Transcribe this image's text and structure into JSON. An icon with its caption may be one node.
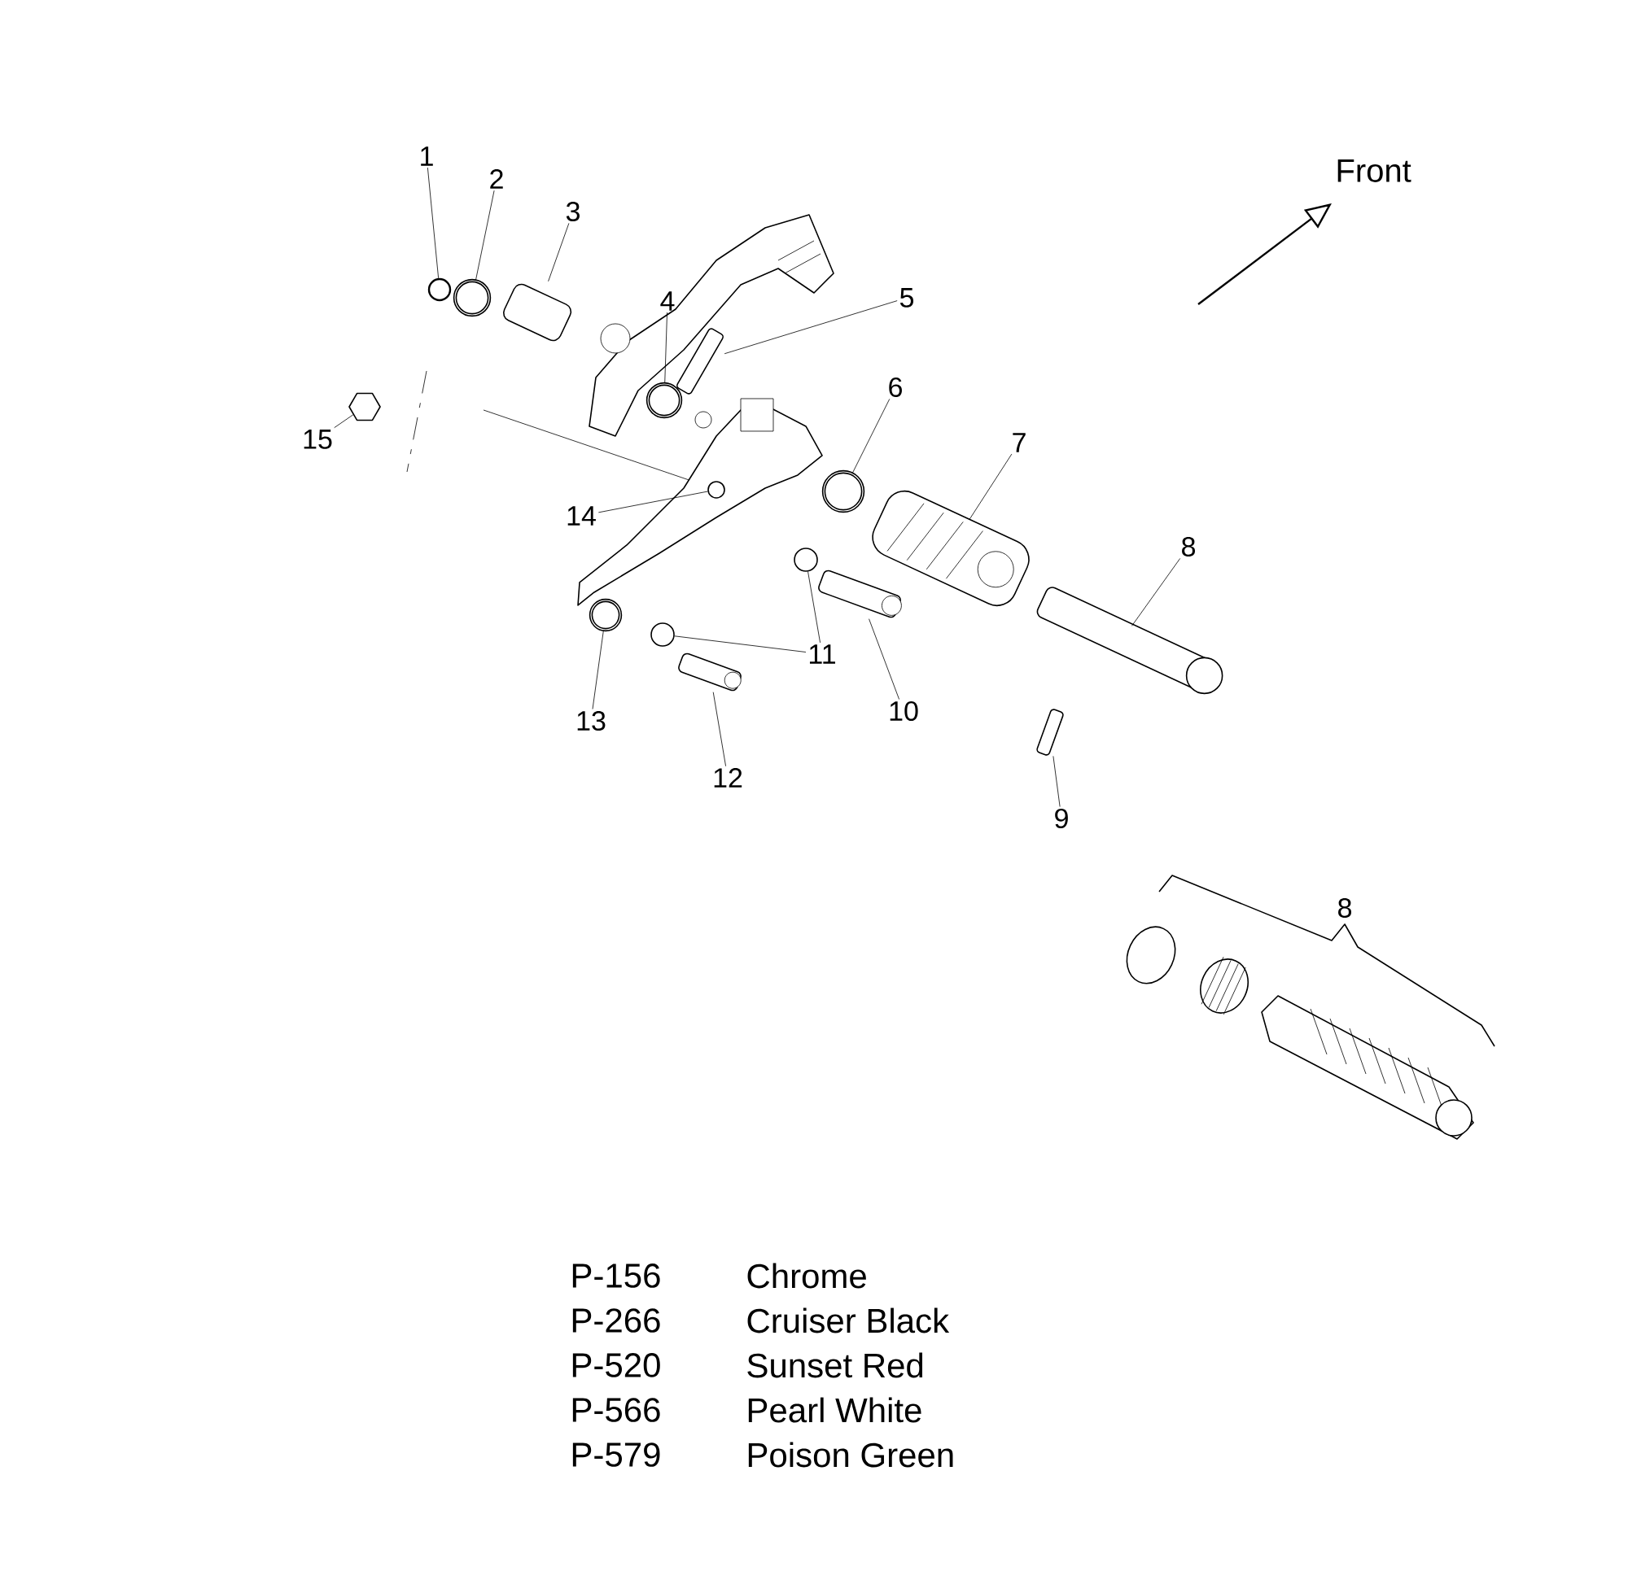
{
  "diagram": {
    "nodes": [
      {
        "text": [
          "1"
        ]
      },
      {
        "text": [],
        "shape": "circle"
      },
      {
        "text": [
          "2"
        ]
      },
      {
        "text": [],
        "shape": "circle"
      },
      {
        "text": [
          "3"
        ]
      },
      {
        "text": [],
        "shape": "picture"
      },
      {
        "text": [
          "4"
        ]
      },
      {
        "text": [],
        "shape": "circle"
      },
      {
        "text": [
          "5"
        ]
      },
      {
        "text": [],
        "shape": "picture"
      },
      {
        "text": [
          "6"
        ]
      },
      {
        "text": [],
        "shape": "circle"
      },
      {
        "text": [
          "7"
        ]
      },
      {
        "text": [],
        "shape": "picture"
      },
      {
        "text": [
          "8"
        ]
      },
      {
        "text": [],
        "shape": "picture"
      },
      {
        "text": [
          "9"
        ]
      },
      {
        "text": [],
        "shape": "picture"
      },
      {
        "text": [
          "10"
        ]
      },
      {
        "text": [],
        "shape": "picture"
      },
      {
        "text": [
          "11"
        ]
      },
      {
        "text": [],
        "shape": "circle"
      },
      {
        "text": [],
        "shape": "circle"
      },
      {
        "text": [
          "12"
        ]
      },
      {
        "text": [],
        "shape": "picture"
      },
      {
        "text": [
          "13"
        ]
      },
      {
        "text": [],
        "shape": "circle"
      },
      {
        "text": [
          "14"
        ]
      },
      {
        "text": [],
        "shape": "circle"
      },
      {
        "text": [
          "15"
        ]
      },
      {
        "text": [],
        "shape": "picture"
      }
    ],
    "edges": [
      {
        "from": 0,
        "to": 1,
        "arrow": "none"
      },
      {
        "from": 2,
        "to": 3,
        "arrow": "none"
      },
      {
        "from": 4,
        "to": 5,
        "arrow": "none"
      },
      {
        "from": 6,
        "to": 7,
        "arrow": "none"
      },
      {
        "from": 8,
        "to": 9,
        "arrow": "none"
      },
      {
        "from": 10,
        "to": 11,
        "arrow": "none"
      },
      {
        "from": 12,
        "to": 13,
        "arrow": "none"
      },
      {
        "from": 14,
        "to": 15,
        "arrow": "none"
      },
      {
        "from": 16,
        "to": 17,
        "arrow": "none"
      },
      {
        "from": 18,
        "to": 19,
        "arrow": "none"
      },
      {
        "from": 20,
        "to": 21,
        "arrow": "none"
      },
      {
        "from": 20,
        "to": 22,
        "arrow": "none"
      },
      {
        "from": 23,
        "to": 24,
        "arrow": "none"
      },
      {
        "from": 25,
        "to": 26,
        "arrow": "none"
      },
      {
        "from": 27,
        "to": 28,
        "arrow": "none"
      },
      {
        "from": 29,
        "to": 30,
        "arrow": "none"
      }
    ],
    "labels": [
      "Front",
      "8",
      "P-156",
      "Chrome",
      "P-266",
      "Cruiser Black",
      "P-520",
      "Sunset Red",
      "P-566",
      "Pearl White",
      "P-579",
      "Poison Green"
    ]
  }
}
